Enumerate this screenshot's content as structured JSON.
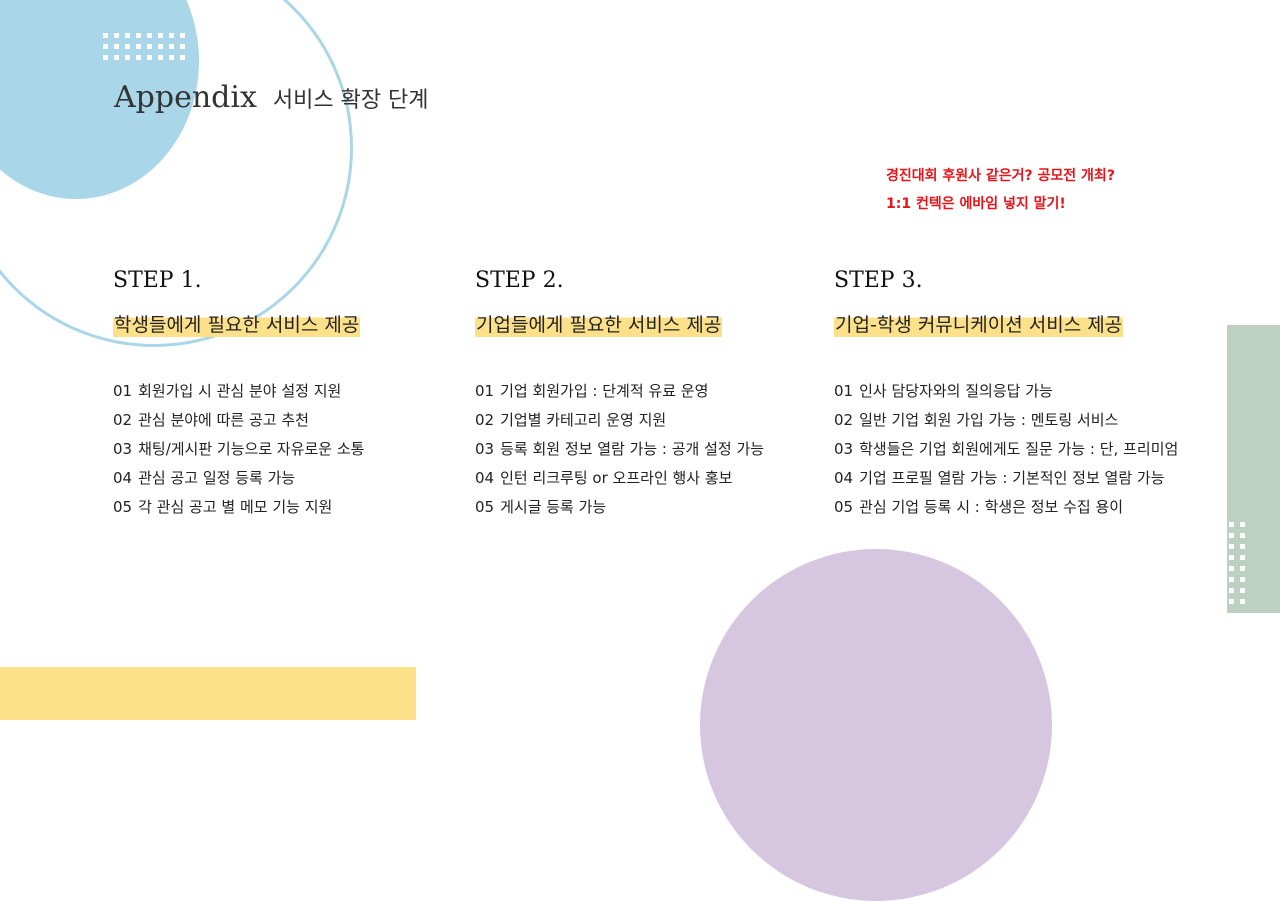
{
  "header": {
    "title": "Appendix",
    "subtitle": "서비스 확장 단계"
  },
  "note": {
    "line1": "경진대회 후원사 같은거? 공모전 개최?",
    "line2": "1:1 컨텍은 에바임 넣지 말기!"
  },
  "steps": [
    {
      "label": "STEP 1.",
      "headline": "학생들에게 필요한 서비스 제공",
      "items": [
        {
          "num": "01",
          "text": "회원가입 시 관심 분야 설정 지원"
        },
        {
          "num": "02",
          "text": "관심 분야에 따른 공고 추천"
        },
        {
          "num": "03",
          "text": "채팅/게시판 기능으로 자유로운 소통"
        },
        {
          "num": "04",
          "text": "관심 공고 일정 등록 가능"
        },
        {
          "num": "05",
          "text": "각 관심 공고 별 메모 기능 지원"
        }
      ]
    },
    {
      "label": "STEP 2.",
      "headline": "기업들에게 필요한 서비스 제공",
      "items": [
        {
          "num": "01",
          "text": "기업 회원가입 : 단계적 유료 운영"
        },
        {
          "num": "02",
          "text": "기업별 카테고리 운영 지원"
        },
        {
          "num": "03",
          "text": "등록 회원 정보 열람 가능 : 공개 설정 가능"
        },
        {
          "num": "04",
          "text": "인턴 리크루팅 or 오프라인 행사 홍보"
        },
        {
          "num": "05",
          "text": "게시글 등록 가능"
        }
      ]
    },
    {
      "label": "STEP 3.",
      "headline": "기업-학생 커뮤니케이션 서비스 제공",
      "items": [
        {
          "num": "01",
          "text": "인사 담당자와의 질의응답 가능"
        },
        {
          "num": "02",
          "text": "일반 기업 회원 가입 가능 : 멘토링 서비스"
        },
        {
          "num": "03",
          "text": "학생들은 기업 회원에게도 질문 가능 : 단, 프리미엄"
        },
        {
          "num": "04",
          "text": "기업 프로필 열람 가능 : 기본적인 정보 열람 가능"
        },
        {
          "num": "05",
          "text": "관심 기업 등록 시 : 학생은 정보 수집 용이"
        }
      ]
    }
  ],
  "colors": {
    "blue": "#a9d6e8",
    "purple": "#d7c6e0",
    "yellow": "#fde08a",
    "green": "#bdd1c2",
    "note_red": "#e8141a"
  }
}
